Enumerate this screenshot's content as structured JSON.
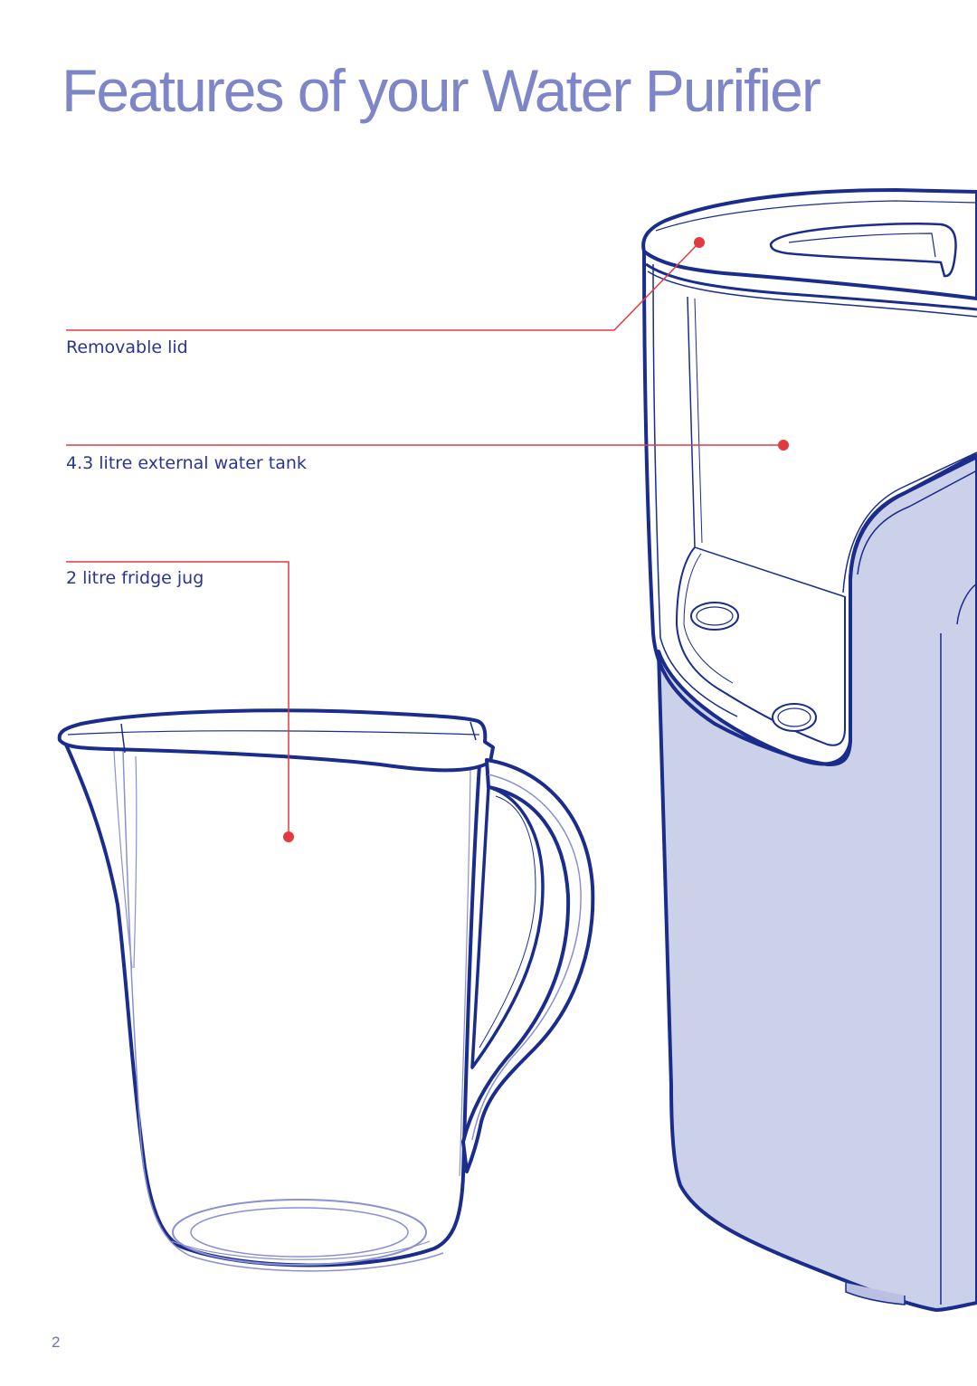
{
  "page": {
    "title": "Features of your Water Purifier",
    "page_number": "2"
  },
  "callouts": [
    {
      "label": "Removable lid",
      "points_to": "removable-lid"
    },
    {
      "label": "4.3 litre external water tank",
      "points_to": "external-water-tank"
    },
    {
      "label": "2 litre fridge jug",
      "points_to": "fridge-jug"
    }
  ],
  "colors": {
    "title": "#7f86c8",
    "label_text": "#2a3590",
    "outline": "#1b2d8c",
    "inner_outline": "#8a90d0",
    "callout_line": "#e23a3f",
    "body_fill": "#ccd1ea"
  }
}
